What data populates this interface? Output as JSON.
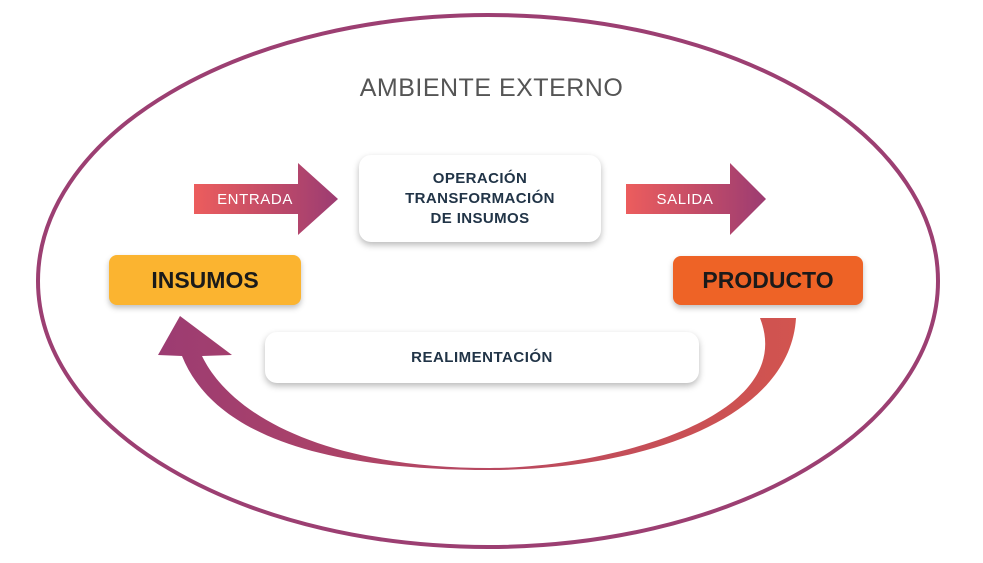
{
  "environment": {
    "title": "AMBIENTE EXTERNO"
  },
  "flow": {
    "entrada": "ENTRADA",
    "salida": "SALIDA",
    "operation": "OPERACIÓN\nTRANSFORMACIÓN\nDE INSUMOS",
    "insumos": "INSUMOS",
    "producto": "PRODUCTO",
    "feedback": "REALIMENTACIÓN"
  },
  "colors": {
    "ellipse_stroke": "#9c3f72",
    "arrow_start": "#ec5d5d",
    "arrow_end": "#9c3c72",
    "insumos": "#fbb430",
    "producto": "#ee6326",
    "text_dark": "#213447"
  }
}
